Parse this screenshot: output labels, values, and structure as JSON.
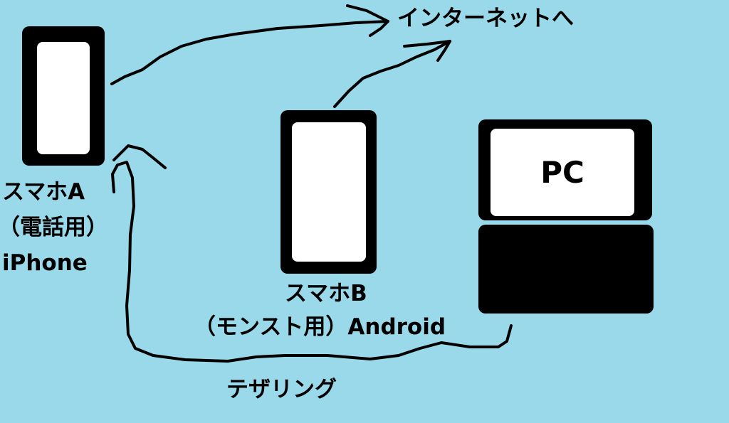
{
  "labels": {
    "internet": "インターネットへ",
    "phone_a_line1": "スマホA",
    "phone_a_line2": "（電話用）",
    "phone_a_line3": "iPhone",
    "phone_b_line1": "スマホB",
    "phone_b_line2": "（モンスト用）Android",
    "pc": "PC",
    "tethering": "テザリング"
  },
  "colors": {
    "background": "#99d9ea",
    "ink": "#000000",
    "screen": "#ffffff"
  }
}
